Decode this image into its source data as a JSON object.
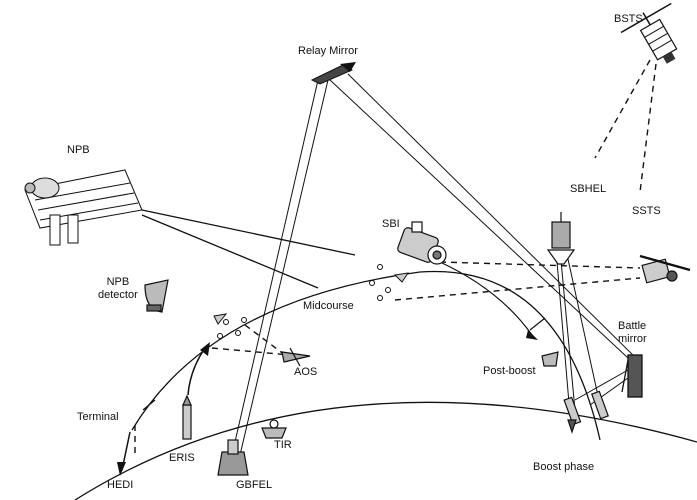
{
  "labels": {
    "bsts": "BSTS",
    "relay_mirror": "Relay Mirror",
    "npb": "NPB",
    "sbhel": "SBHEL",
    "ssts": "SSTS",
    "sbi": "SBI",
    "npb_detector_line1": "NPB",
    "npb_detector_line2": "detector",
    "midcourse": "Midcourse",
    "battle_mirror_line1": "Battle",
    "battle_mirror_line2": "mirror",
    "aos": "AOS",
    "post_boost": "Post-boost",
    "terminal": "Terminal",
    "tir": "TIR",
    "eris": "ERIS",
    "hedi": "HEDI",
    "gbfel": "GBFEL",
    "boost_phase": "Boost phase"
  },
  "colors": {
    "ink": "#111111",
    "paper": "#ffffff"
  }
}
